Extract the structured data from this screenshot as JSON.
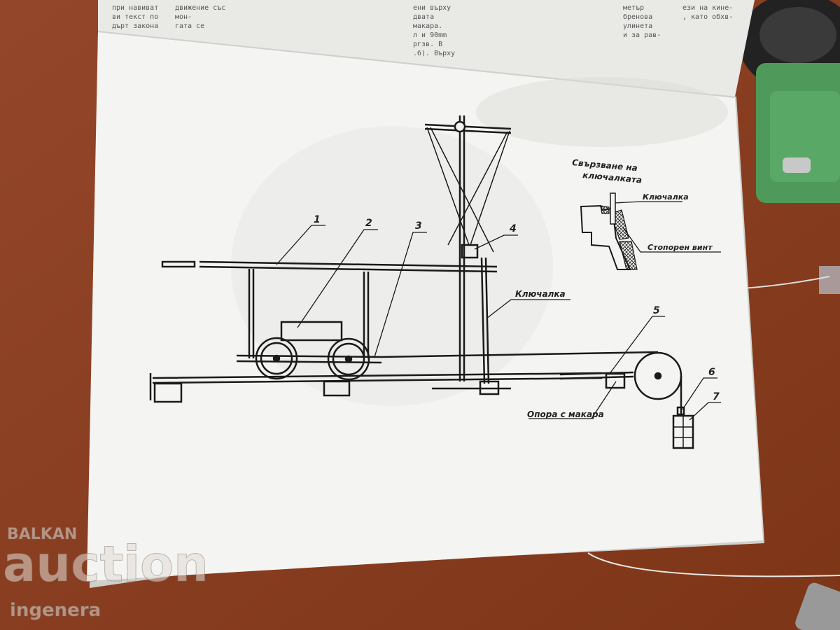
{
  "photo": {
    "background_color": "#8a3e1f",
    "paper_color": "#f4f4f2"
  },
  "back_sheet_text": [
    "ези на кине-",
    ", като обхв-",
    "при навиват",
    "ви текст по",
    "дърт закона",
    "движение със",
    "ени върху",
    "двата",
    "макара.",
    "л и 90mm",
    "ргзв. В",
    ".б). Върху",
    "метър",
    "бренова",
    "улинета",
    "и за рав-",
    "мон-",
    "гата се"
  ],
  "diagram": {
    "callouts": [
      "1",
      "2",
      "3",
      "4",
      "5",
      "6",
      "7"
    ],
    "labels": {
      "key_rod": "Ключалка",
      "pulley_support": "Опора с макара"
    },
    "inset": {
      "title_line1": "Свързване на",
      "title_line2": "ключалката",
      "key_rod": "Ключалка",
      "stop_screw": "Стопорен винт"
    }
  },
  "watermark": {
    "line1": "BALKAN",
    "line2": "auction",
    "line3": "ingenera"
  }
}
